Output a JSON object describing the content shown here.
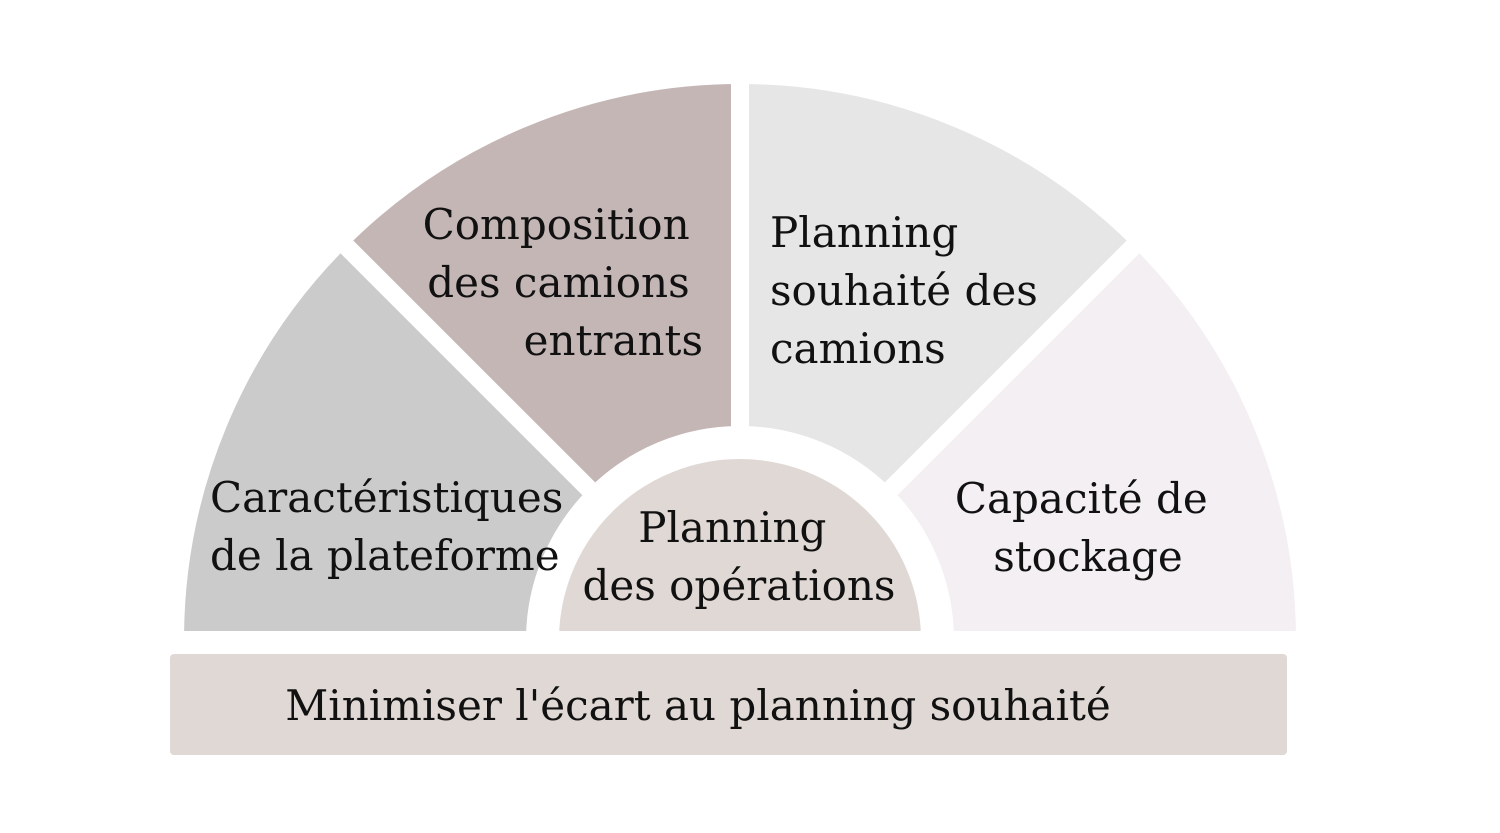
{
  "diagram": {
    "segments": [
      {
        "label_lines": [
          "Caractéristiques",
          "de la plateforme"
        ],
        "fill": "#cbcbcb"
      },
      {
        "label_lines": [
          "Composition",
          "des camions",
          "entrants"
        ],
        "fill": "#c5b6b6"
      },
      {
        "label_lines": [
          "Planning",
          "souhaité des",
          "camions"
        ],
        "fill": "#e6e6e6"
      },
      {
        "label_lines": [
          "Capacité de",
          "stockage"
        ],
        "fill": "#f3eff2"
      }
    ],
    "hub": {
      "label_lines": [
        "Planning",
        "des opérations"
      ],
      "fill": "#e0d8d4"
    },
    "base_bar": {
      "label": "Minimiser l'écart au planning souhaité",
      "fill": "#e0d8d4"
    }
  }
}
